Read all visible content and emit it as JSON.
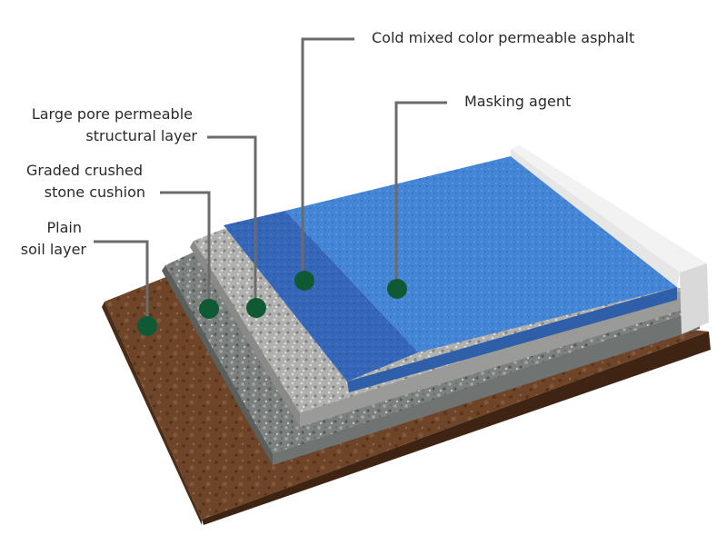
{
  "labels": {
    "cold_mixed": "Cold mixed color permeable asphalt",
    "masking_agent": "Masking agent",
    "large_pore": [
      "Large pore permeable",
      "structural layer"
    ],
    "graded_crushed": [
      "Graded crushed",
      "stone cushion"
    ],
    "plain_soil": [
      "Plain",
      "soil layer"
    ]
  },
  "colors": {
    "soil": "#6e4528",
    "soil_dark": "#4a2c18",
    "gravel": "#7f8483",
    "crushed_stone": "#a9a9a9",
    "asphalt_blue": "#3f7fd2",
    "asphalt_blue_dark": "#2f5fae",
    "curb": "#e9e9e9",
    "leader_line": "#6b6b6b",
    "marker": "#0f5a34"
  }
}
